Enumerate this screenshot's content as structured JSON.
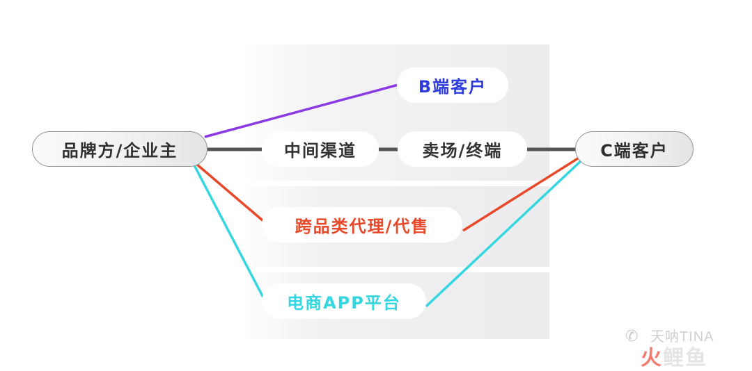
{
  "nodes": {
    "brand": "品牌方/企业主",
    "b_customer": "B端客户",
    "channel": "中间渠道",
    "retail": "卖场/终端",
    "c_customer": "C端客户",
    "agency": "跨品类代理/代售",
    "ecommerce": "电商APP平台"
  },
  "colors": {
    "b_path": "#8a3ae3",
    "b_text": "#2d3bdb",
    "main_path": "#555555",
    "agency_path": "#e8482a",
    "ecommerce_path": "#34d6df"
  },
  "watermark": {
    "icon": "wechat-icon",
    "text": "天呐TINA",
    "logo_char_1": "火",
    "logo_chars_rest": "鲤鱼"
  }
}
